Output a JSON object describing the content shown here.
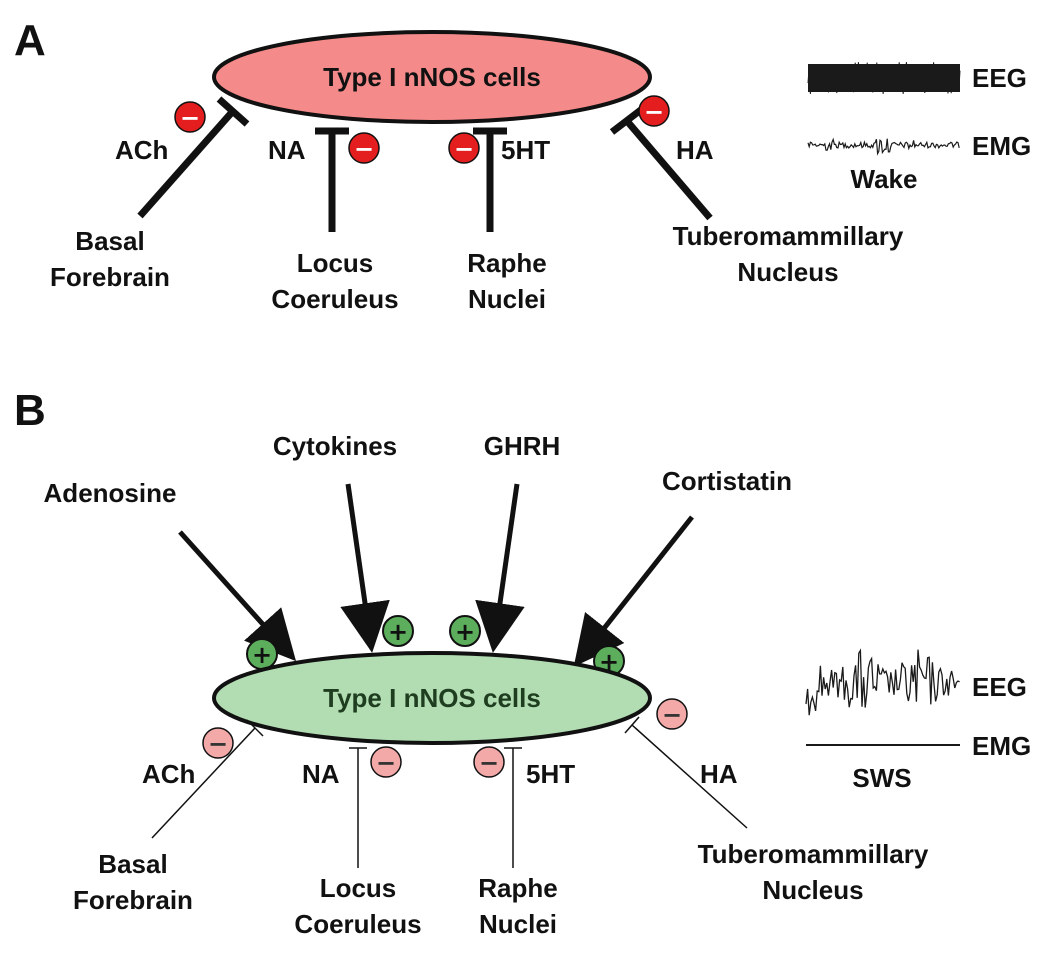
{
  "panel_a": {
    "letter": "A",
    "cell_label": "Type I nNOS cells",
    "ellipse_color": "#f58a8a",
    "sign_color": "#e41e1e",
    "transmitters": {
      "ach": "ACh",
      "na": "NA",
      "serotonin": "5HT",
      "ha": "HA"
    },
    "regions": {
      "basal_forebrain": [
        "Basal",
        "Forebrain"
      ],
      "locus_coeruleus": [
        "Locus",
        "Coeruleus"
      ],
      "raphe_nuclei": [
        "Raphe",
        "Nuclei"
      ],
      "tuberomammillary": [
        "Tuberomammillary",
        "Nucleus"
      ]
    },
    "minus_sign": "−",
    "recording": {
      "eeg": "EEG",
      "emg": "EMG",
      "state": "Wake"
    }
  },
  "panel_b": {
    "letter": "B",
    "cell_label": "Type I nNOS cells",
    "ellipse_color": "#b2dcb2",
    "plus_color": "#5cae5c",
    "minus_color": "#f4a9a9",
    "promoters": {
      "adenosine": "Adenosine",
      "cytokines": "Cytokines",
      "ghrh": "GHRH",
      "cortistatin": "Cortistatin"
    },
    "transmitters": {
      "ach": "ACh",
      "na": "NA",
      "serotonin": "5HT",
      "ha": "HA"
    },
    "regions": {
      "basal_forebrain": [
        "Basal",
        "Forebrain"
      ],
      "locus_coeruleus": [
        "Locus",
        "Coeruleus"
      ],
      "raphe_nuclei": [
        "Raphe",
        "Nuclei"
      ],
      "tuberomammillary": [
        "Tuberomammillary",
        "Nucleus"
      ]
    },
    "plus_sign": "+",
    "minus_sign": "−",
    "recording": {
      "eeg": "EEG",
      "emg": "EMG",
      "state": "SWS"
    }
  }
}
